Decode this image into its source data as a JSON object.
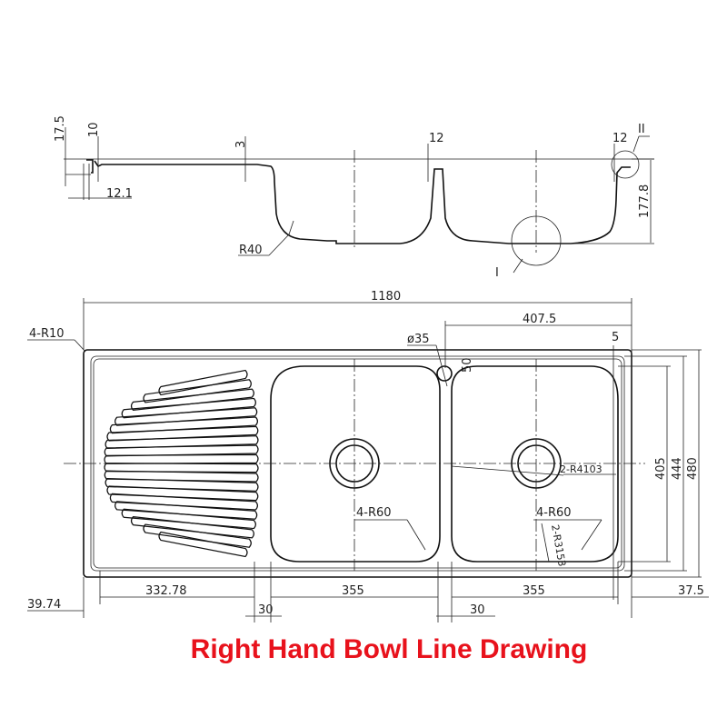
{
  "title": "Right Hand Bowl Line Drawing",
  "title_color": "#e8121c",
  "section_view": {
    "dims": {
      "d17_5": "17.5",
      "d10": "10",
      "d3": "3",
      "d12_1": "12.1",
      "d12a": "12",
      "d12b": "12",
      "r40": "R40",
      "d177_8": "177.8"
    },
    "detail_labels": {
      "one": "I",
      "two": "II"
    }
  },
  "plan_view": {
    "dims": {
      "overall_length": "1180",
      "bowl_offset": "407.5",
      "corner_radius": "4-R10",
      "tap_hole": "ø35",
      "tap_offset": "50",
      "rim": "5",
      "r4103": "2-R4103",
      "r60_left": "4-R60",
      "r60_right": "4-R60",
      "r3153": "2-R3153",
      "bowl_depth": "405",
      "inner_width": "444",
      "overall_width": "480",
      "left_margin": "39.74",
      "drainer": "332.78",
      "gap1": "30",
      "bowl1": "355",
      "gap2": "30",
      "bowl2": "355",
      "right_margin": "37.5"
    }
  }
}
